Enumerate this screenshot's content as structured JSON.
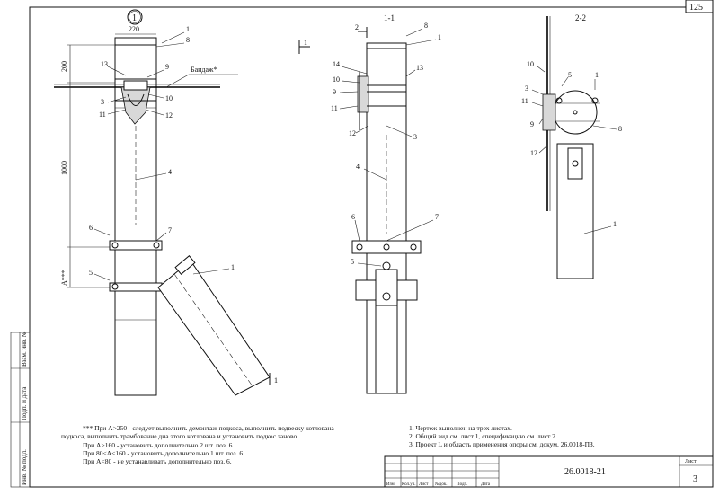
{
  "sheet": {
    "corner_number": "125",
    "view_number": "1",
    "section_1_label": "1-1",
    "section_2_label": "2-2",
    "cut_marker": "1"
  },
  "dimensions": {
    "width_220": "220",
    "height_200": "200",
    "height_1000": "1000",
    "a_label": "A***",
    "bandage_label": "Бандаж*"
  },
  "callouts_main": [
    "1",
    "8",
    "13",
    "9",
    "3",
    "10",
    "11",
    "12",
    "4",
    "6",
    "7",
    "5",
    "1",
    "2",
    "14",
    "10",
    "9",
    "11",
    "12",
    "13",
    "3",
    "4",
    "6",
    "7",
    "5",
    "8",
    "1"
  ],
  "callouts_view1": {
    "c1a": "1",
    "c8": "8",
    "c13": "13",
    "c9": "9",
    "c3": "3",
    "c10": "10",
    "c11": "11",
    "c12": "12",
    "c4": "4",
    "c6": "6",
    "c7": "7",
    "c5": "5",
    "c1b": "1"
  },
  "callouts_view2": {
    "c2": "2",
    "c8": "8",
    "c1": "1",
    "c14": "14",
    "c13": "13",
    "c10": "10",
    "c9": "9",
    "c11": "11",
    "c12": "12",
    "c3": "3",
    "c4": "4",
    "c6": "6",
    "c7": "7",
    "c5": "5"
  },
  "callouts_view3": {
    "c10": "10",
    "c5": "5",
    "c1": "1",
    "c3": "3",
    "c11": "11",
    "c9": "9",
    "c8": "8",
    "c12": "12",
    "c1b": "1"
  },
  "side_stamps": {
    "inv_orig": "Инв. № подл.",
    "sign_date": "Подп. и дата",
    "vzam": "Взам. инв. №"
  },
  "notes_left": [
    "*** При A>250 - следует выполнить демонтаж подкоса, выполнить подвеску котлована",
    "подкоса, выполнить трамбование дна этого котлована и установить подкос заново.",
    "При A>160 - установить дополнительно 2 шт. поз. 6.",
    "При 80<A<160 - установить дополнительно 1 шт. поз. 6.",
    "При A<80 - не устанавливать дополнительно поз. 6."
  ],
  "notes_right": [
    "1. Чертеж выполнен на трех листах.",
    "2. Общий вид см. лист 1, спецификацию см. лист 2.",
    "3. Проект L и область применения опоры см. докум. 26.0018-ПЗ."
  ],
  "title_block": {
    "doc_code": "26.0018-21",
    "sheet_label": "Лист",
    "sheet_no": "3",
    "cols": [
      "Изм.",
      "Кол.уч.",
      "Лист",
      "№док.",
      "Подп.",
      "Дата"
    ]
  }
}
